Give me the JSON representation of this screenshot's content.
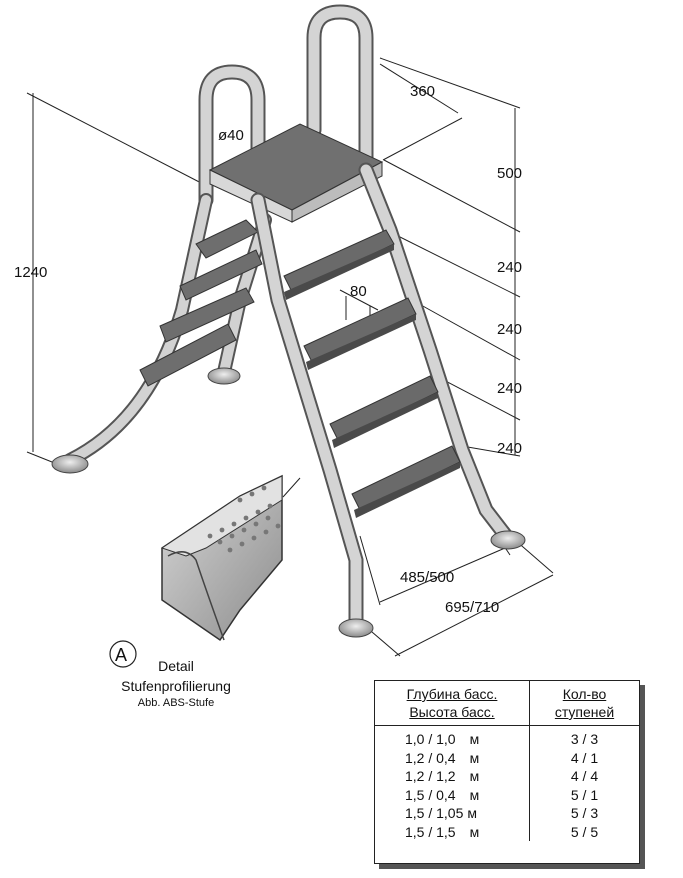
{
  "dimensions": {
    "top_width": "360",
    "tube_diameter": "ø40",
    "handrail_height": "500",
    "step_spacing_1": "240",
    "step_spacing_2": "240",
    "step_spacing_3": "240",
    "step_spacing_4": "240",
    "total_height": "1240",
    "step_depth": "80",
    "foot_spacing_inner": "485/500",
    "foot_spacing_outer": "695/710"
  },
  "detail": {
    "marker": "A",
    "title": "Detail",
    "subtitle": "Stufenprofilierung",
    "caption": "Abb. ABS-Stufe"
  },
  "table": {
    "header_col1_line1": "Глубина басс.",
    "header_col1_line2": "Высота басс.",
    "header_col2_line1": "Кол-во",
    "header_col2_line2": "ступеней",
    "unit": "м",
    "rows": [
      {
        "sizes": "1,0 / 1,0",
        "steps": "3 / 3"
      },
      {
        "sizes": "1,2 / 0,4",
        "steps": "4 / 1"
      },
      {
        "sizes": "1,2 / 1,2",
        "steps": "4 / 4"
      },
      {
        "sizes": "1,5 / 0,4",
        "steps": "5 / 1"
      },
      {
        "sizes": "1,5 / 1,05",
        "steps": "5 / 3"
      },
      {
        "sizes": "1,5 / 1,5",
        "steps": "5 / 5"
      }
    ]
  },
  "colors": {
    "tube": "#c9c9c9",
    "tube_edge": "#555555",
    "step": "#6e6e6e",
    "step_dark": "#4a4a4a"
  }
}
